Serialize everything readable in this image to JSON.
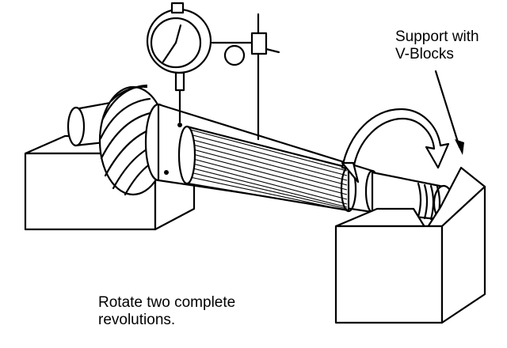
{
  "labels": {
    "support_line1": "Support with",
    "support_line2": "V-Blocks",
    "rotate_line1": "Rotate two complete",
    "rotate_line2": "revolutions."
  },
  "colors": {
    "ink": "#000000",
    "paper": "#ffffff"
  },
  "icons": {
    "dial_indicator": "dial-indicator-icon",
    "rotation_arrow": "curved-arrow-icon"
  }
}
